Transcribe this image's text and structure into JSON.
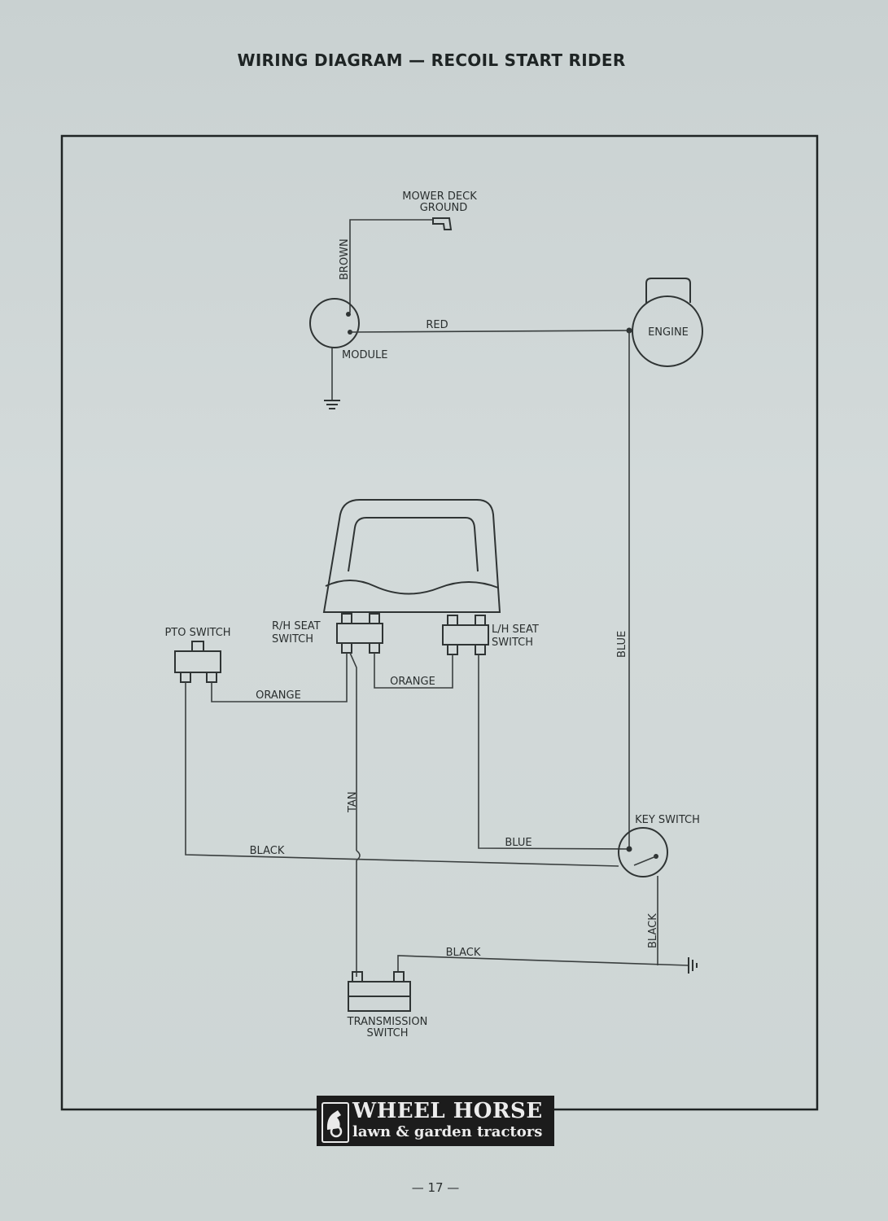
{
  "title": "WIRING DIAGRAM — RECOIL START RIDER",
  "components": {
    "mower_deck_ground": [
      "MOWER DECK",
      "GROUND"
    ],
    "module": "MODULE",
    "engine": "ENGINE",
    "pto_switch": "PTO SWITCH",
    "rh_seat_switch": [
      "R/H  SEAT",
      "SWITCH"
    ],
    "lh_seat_switch": [
      "L/H  SEAT",
      "SWITCH"
    ],
    "key_switch": "KEY SWITCH",
    "transmission_switch": [
      "TRANSMISSION",
      "SWITCH"
    ]
  },
  "wires": {
    "brown": "BROWN",
    "red": "RED",
    "blue_vertical": "BLUE",
    "orange_pto": "ORANGE",
    "orange_seat": "ORANGE",
    "tan": "TAN",
    "black_pto": "BLACK",
    "blue_lh": "BLUE",
    "black_key": "BLACK",
    "black_transmission": "BLACK"
  },
  "logo": {
    "brand": "WHEEL HORSE",
    "tagline": "lawn & garden tractors"
  },
  "page_number": "— 17 —"
}
